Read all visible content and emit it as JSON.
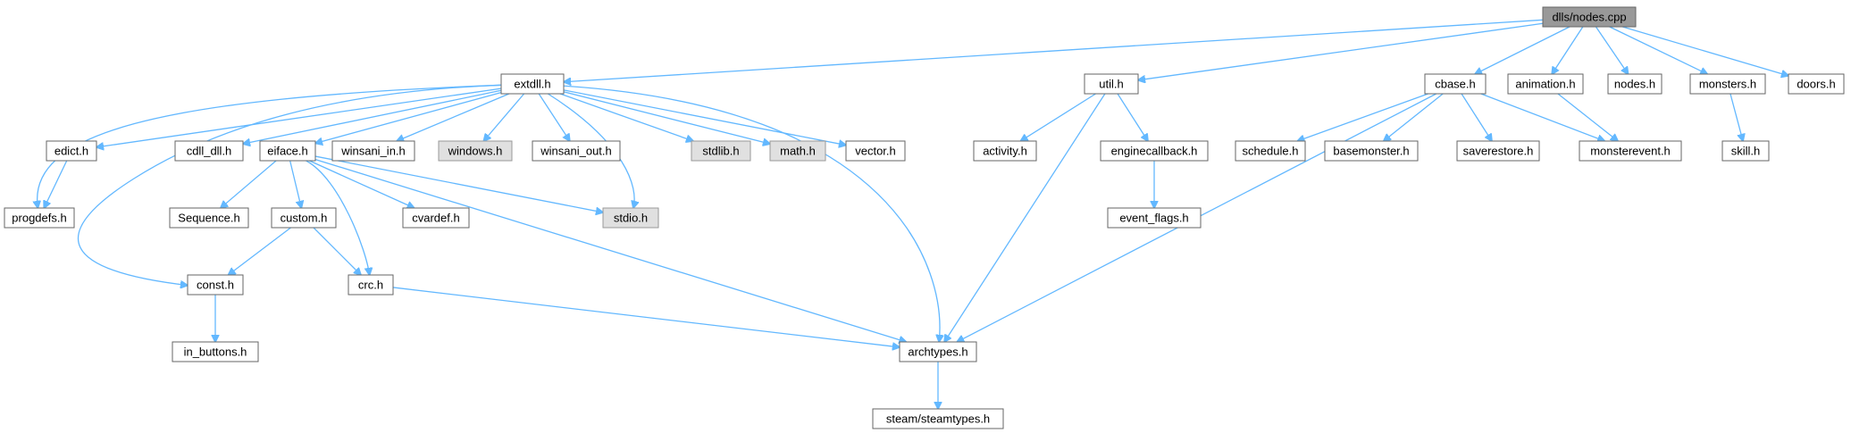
{
  "diagram": {
    "title": "dlls/nodes.cpp",
    "colors": {
      "edge": "#63b8ff",
      "root_fill": "#999999",
      "system_fill": "#e0e0e0",
      "node_fill": "#ffffff"
    },
    "nodes": [
      {
        "id": "root",
        "label": "dlls/nodes.cpp",
        "kind": "root"
      },
      {
        "id": "extdll",
        "label": "extdll.h"
      },
      {
        "id": "util",
        "label": "util.h"
      },
      {
        "id": "cbase",
        "label": "cbase.h"
      },
      {
        "id": "animation",
        "label": "animation.h"
      },
      {
        "id": "nodes",
        "label": "nodes.h"
      },
      {
        "id": "monsters",
        "label": "monsters.h"
      },
      {
        "id": "doors",
        "label": "doors.h"
      },
      {
        "id": "edict",
        "label": "edict.h"
      },
      {
        "id": "cdll_dll",
        "label": "cdll_dll.h"
      },
      {
        "id": "eiface",
        "label": "eiface.h"
      },
      {
        "id": "winsani_in",
        "label": "winsani_in.h"
      },
      {
        "id": "windows",
        "label": "windows.h",
        "kind": "system"
      },
      {
        "id": "winsani_out",
        "label": "winsani_out.h"
      },
      {
        "id": "stdlib",
        "label": "stdlib.h",
        "kind": "system"
      },
      {
        "id": "math",
        "label": "math.h",
        "kind": "system"
      },
      {
        "id": "vector",
        "label": "vector.h"
      },
      {
        "id": "activity",
        "label": "activity.h"
      },
      {
        "id": "enginecallback",
        "label": "enginecallback.h"
      },
      {
        "id": "schedule",
        "label": "schedule.h"
      },
      {
        "id": "basemonster",
        "label": "basemonster.h"
      },
      {
        "id": "saverestore",
        "label": "saverestore.h"
      },
      {
        "id": "monsterevent",
        "label": "monsterevent.h"
      },
      {
        "id": "skill",
        "label": "skill.h"
      },
      {
        "id": "progdefs",
        "label": "progdefs.h"
      },
      {
        "id": "sequence",
        "label": "Sequence.h"
      },
      {
        "id": "custom",
        "label": "custom.h"
      },
      {
        "id": "cvardef",
        "label": "cvardef.h"
      },
      {
        "id": "stdio",
        "label": "stdio.h",
        "kind": "system"
      },
      {
        "id": "event_flags",
        "label": "event_flags.h"
      },
      {
        "id": "const",
        "label": "const.h"
      },
      {
        "id": "crc",
        "label": "crc.h"
      },
      {
        "id": "in_buttons",
        "label": "in_buttons.h"
      },
      {
        "id": "archtypes",
        "label": "archtypes.h"
      },
      {
        "id": "steamtypes",
        "label": "steam/steamtypes.h"
      }
    ],
    "edges": [
      [
        "root",
        "extdll"
      ],
      [
        "root",
        "util"
      ],
      [
        "root",
        "cbase"
      ],
      [
        "root",
        "animation"
      ],
      [
        "root",
        "nodes"
      ],
      [
        "root",
        "monsters"
      ],
      [
        "root",
        "doors"
      ],
      [
        "extdll",
        "edict"
      ],
      [
        "extdll",
        "progdefs"
      ],
      [
        "extdll",
        "cdll_dll"
      ],
      [
        "extdll",
        "eiface"
      ],
      [
        "extdll",
        "winsani_in"
      ],
      [
        "extdll",
        "windows"
      ],
      [
        "extdll",
        "winsani_out"
      ],
      [
        "extdll",
        "stdlib"
      ],
      [
        "extdll",
        "math"
      ],
      [
        "extdll",
        "vector"
      ],
      [
        "extdll",
        "stdio"
      ],
      [
        "extdll",
        "const"
      ],
      [
        "extdll",
        "archtypes"
      ],
      [
        "edict",
        "progdefs"
      ],
      [
        "eiface",
        "sequence"
      ],
      [
        "eiface",
        "custom"
      ],
      [
        "eiface",
        "cvardef"
      ],
      [
        "eiface",
        "stdio"
      ],
      [
        "eiface",
        "crc"
      ],
      [
        "eiface",
        "archtypes"
      ],
      [
        "custom",
        "const"
      ],
      [
        "custom",
        "crc"
      ],
      [
        "const",
        "in_buttons"
      ],
      [
        "crc",
        "archtypes"
      ],
      [
        "util",
        "activity"
      ],
      [
        "util",
        "enginecallback"
      ],
      [
        "util",
        "archtypes"
      ],
      [
        "enginecallback",
        "event_flags"
      ],
      [
        "cbase",
        "schedule"
      ],
      [
        "cbase",
        "basemonster"
      ],
      [
        "cbase",
        "saverestore"
      ],
      [
        "cbase",
        "monsterevent"
      ],
      [
        "cbase",
        "archtypes"
      ],
      [
        "animation",
        "monsterevent"
      ],
      [
        "monsters",
        "skill"
      ],
      [
        "archtypes",
        "steamtypes"
      ]
    ]
  }
}
